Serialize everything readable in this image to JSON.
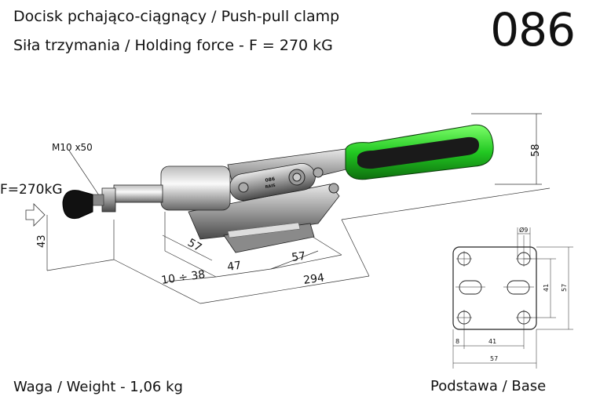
{
  "header": {
    "title_line1": "Docisk pchająco-ciągnący / Push-pull clamp",
    "title_line2": "Siła trzymania / Holding force - F = 270 kG",
    "model_number": "086"
  },
  "drawing": {
    "force_label": "F=270kG",
    "screw_label": "M10 x50",
    "part_marking": [
      "086",
      "RAIS"
    ],
    "dimensions": {
      "height_axis": "43",
      "handle_height": "58",
      "base_depth": "57",
      "offset": "47",
      "base_length": "57",
      "stroke": "10 ÷ 38",
      "total_length": "294"
    },
    "handle_color": "#2fd12f"
  },
  "base_plate": {
    "hole_diameter": "Ø9",
    "hole_spacing_vertical": "41",
    "height": "57",
    "edge_offset": "8",
    "hole_spacing_horizontal": "41",
    "width": "57"
  },
  "footer": {
    "weight": "Waga / Weight - 1,06 kg",
    "base_caption": "Podstawa / Base"
  }
}
